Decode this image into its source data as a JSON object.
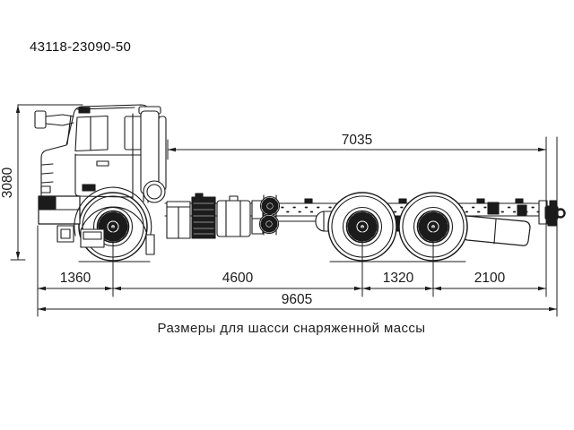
{
  "title": "43118-23090-50",
  "caption": "Размеры для шасси снаряженной массы",
  "colors": {
    "line": "#1b1b1b",
    "background": "#ffffff"
  },
  "dimensions": {
    "overall_height_mm": "3080",
    "cab_to_frame_end_mm": "7035",
    "front_overhang_mm": "1360",
    "wheelbase_mm": "4600",
    "bogie_spread_mm": "1320",
    "rear_overhang_mm": "2100",
    "overall_length_mm": "9605"
  }
}
